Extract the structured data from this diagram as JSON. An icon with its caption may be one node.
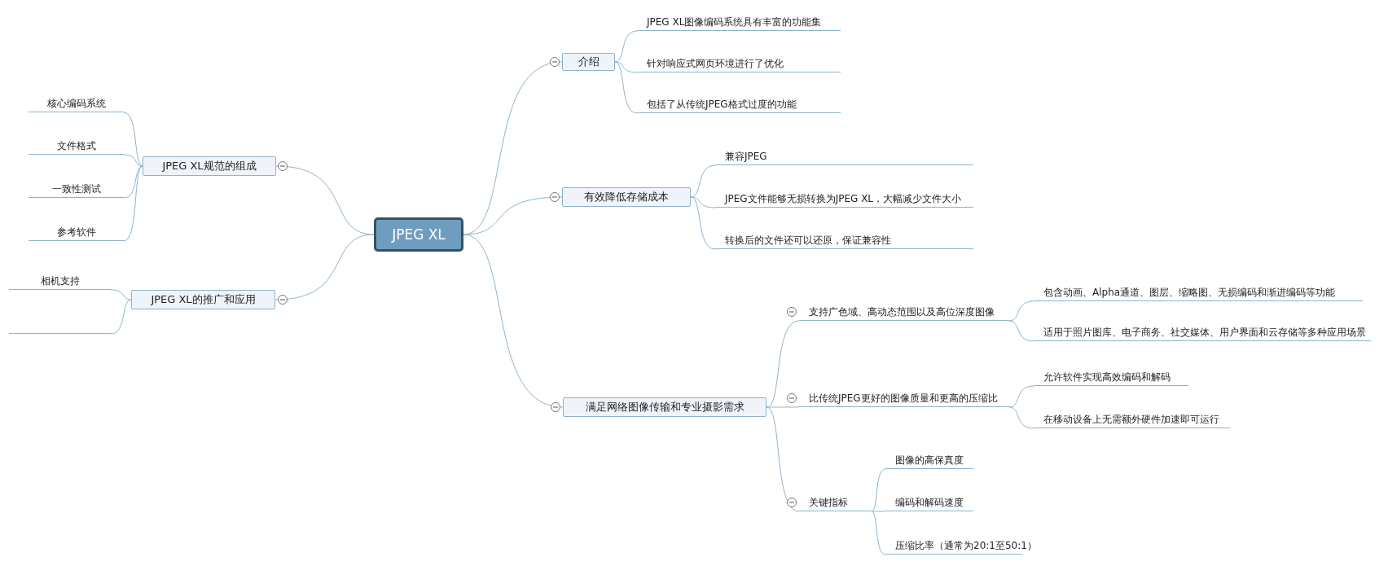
{
  "diagram": {
    "nodes": [
      {
        "text": [
          "JPEG XL"
        ]
      },
      {
        "text": [
          "介绍"
        ]
      },
      {
        "text": [
          "JPEG XL图像编码系统具有丰富的功能集"
        ]
      },
      {
        "text": [
          "针对响应式网页环境进行了优化"
        ]
      },
      {
        "text": [
          "包括了从传统JPEG格式过度的功能"
        ]
      },
      {
        "text": [
          "有效降低存储成本"
        ]
      },
      {
        "text": [
          "兼容JPEG"
        ]
      },
      {
        "text": [
          "JPEG文件能够无损转换为JPEG XL，大幅减少文件大小"
        ]
      },
      {
        "text": [
          "转换后的文件还可以还原，保证兼容性"
        ]
      },
      {
        "text": [
          "满足网络图像传输和专业摄影需求"
        ]
      },
      {
        "text": [
          "支持广色域、高动态范围以及高位深度图像"
        ]
      },
      {
        "text": [
          "包含动画、Alpha通道、图层、缩略图、无损编码和渐进编码等功能"
        ]
      },
      {
        "text": [
          "适用于照片图库、电子商务、社交媒体、用户界面和云存储等多种应用场景"
        ]
      },
      {
        "text": [
          "比传统JPEG更好的图像质量和更高的压缩比"
        ]
      },
      {
        "text": [
          "允许软件实现高效编码和解码"
        ]
      },
      {
        "text": [
          "在移动设备上无需额外硬件加速即可运行"
        ]
      },
      {
        "text": [
          "关键指标"
        ]
      },
      {
        "text": [
          "图像的高保真度"
        ]
      },
      {
        "text": [
          "编码和解码速度"
        ]
      },
      {
        "text": [
          "压缩比率（通常为20:1至50:1）"
        ]
      },
      {
        "text": [
          "JPEG XL规范的组成"
        ]
      },
      {
        "text": [
          "核心编码系统"
        ]
      },
      {
        "text": [
          "文件格式"
        ]
      },
      {
        "text": [
          "一致性测试"
        ]
      },
      {
        "text": [
          "参考软件"
        ]
      },
      {
        "text": [
          "JPEG XL的推广和应用"
        ]
      },
      {
        "text": [
          "相机支持"
        ]
      },
      {
        "text": [],
        "shape": "line"
      }
    ],
    "edges": [
      {
        "from": 0,
        "to": 1,
        "arrow": "none"
      },
      {
        "from": 1,
        "to": 2,
        "arrow": "none"
      },
      {
        "from": 1,
        "to": 3,
        "arrow": "none"
      },
      {
        "from": 1,
        "to": 4,
        "arrow": "none"
      },
      {
        "from": 0,
        "to": 5,
        "arrow": "none"
      },
      {
        "from": 5,
        "to": 6,
        "arrow": "none"
      },
      {
        "from": 5,
        "to": 7,
        "arrow": "none"
      },
      {
        "from": 5,
        "to": 8,
        "arrow": "none"
      },
      {
        "from": 0,
        "to": 9,
        "arrow": "none"
      },
      {
        "from": 9,
        "to": 10,
        "arrow": "none"
      },
      {
        "from": 10,
        "to": 11,
        "arrow": "none"
      },
      {
        "from": 10,
        "to": 12,
        "arrow": "none"
      },
      {
        "from": 9,
        "to": 13,
        "arrow": "none"
      },
      {
        "from": 13,
        "to": 14,
        "arrow": "none"
      },
      {
        "from": 13,
        "to": 15,
        "arrow": "none"
      },
      {
        "from": 9,
        "to": 16,
        "arrow": "none"
      },
      {
        "from": 16,
        "to": 17,
        "arrow": "none"
      },
      {
        "from": 16,
        "to": 18,
        "arrow": "none"
      },
      {
        "from": 16,
        "to": 19,
        "arrow": "none"
      },
      {
        "from": 0,
        "to": 20,
        "arrow": "none"
      },
      {
        "from": 20,
        "to": 21,
        "arrow": "none"
      },
      {
        "from": 20,
        "to": 22,
        "arrow": "none"
      },
      {
        "from": 20,
        "to": 23,
        "arrow": "none"
      },
      {
        "from": 20,
        "to": 24,
        "arrow": "none"
      },
      {
        "from": 0,
        "to": 25,
        "arrow": "none"
      },
      {
        "from": 25,
        "to": 26,
        "arrow": "none"
      },
      {
        "from": 25,
        "to": 27,
        "arrow": "none"
      }
    ]
  }
}
